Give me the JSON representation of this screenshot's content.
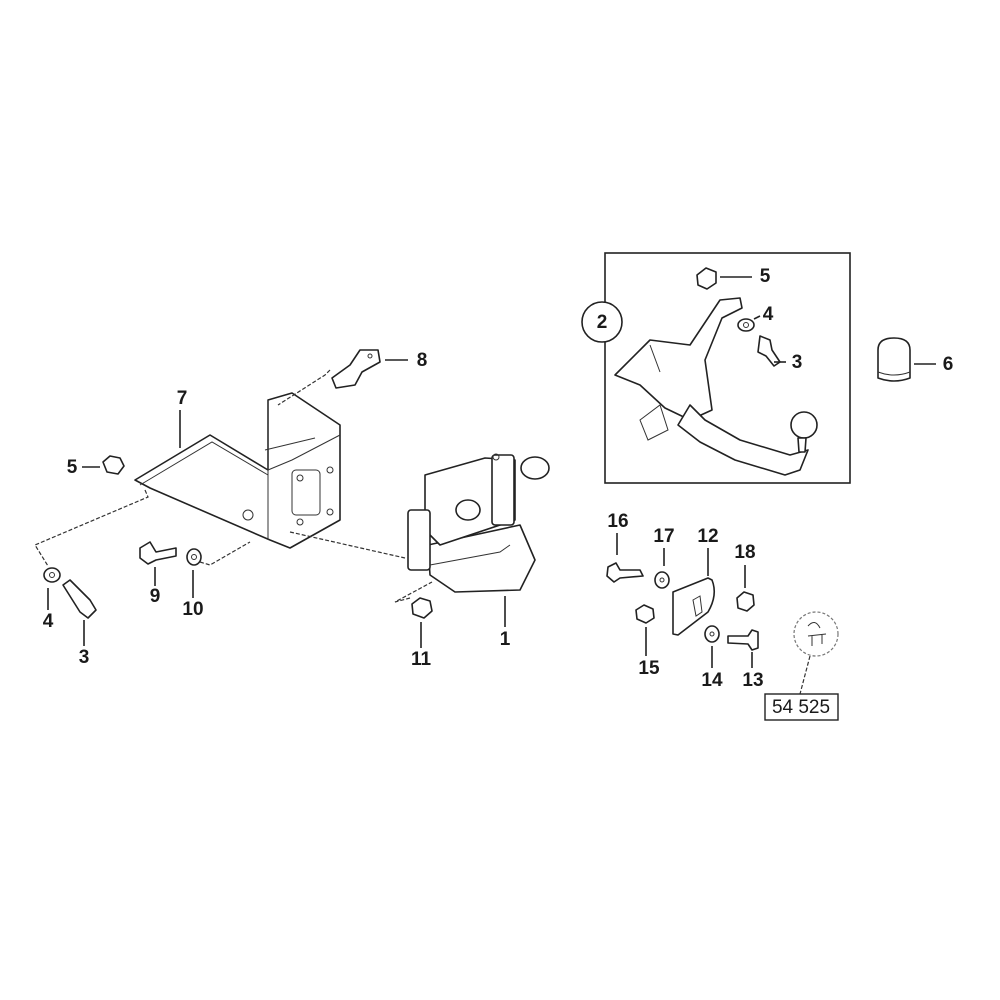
{
  "diagram": {
    "callouts": {
      "left_group": {
        "p1": "1",
        "p3": "3",
        "p4": "4",
        "p5": "5",
        "p7": "7",
        "p8": "8",
        "p9": "9",
        "p10": "10",
        "p11": "11"
      },
      "kit_group": {
        "p2": "2",
        "p3": "3",
        "p4": "4",
        "p5": "5"
      },
      "cap": {
        "p6": "6"
      },
      "socket_group": {
        "p12": "12",
        "p13": "13",
        "p14": "14",
        "p15": "15",
        "p16": "16",
        "p17": "17",
        "p18": "18"
      }
    },
    "reference_number": "54 525"
  }
}
